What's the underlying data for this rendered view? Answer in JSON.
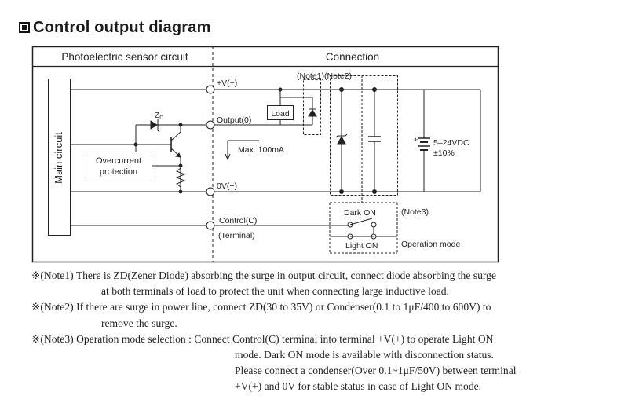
{
  "heading": {
    "title": "Control output diagram"
  },
  "diagram": {
    "left_header": "Photoelectric sensor circuit",
    "right_header": "Connection",
    "main_circuit": "Main circuit",
    "plus_v": "+V(+)",
    "output": "Output(0)",
    "zero_v": "0V(−)",
    "control": "Control(C)",
    "terminal": "(Terminal)",
    "zd_label": "Z",
    "zd_sub": "D",
    "overcurrent_1": "Overcurrent",
    "overcurrent_2": "protection",
    "max_current": "Max. 100mA",
    "load": "Load",
    "note12": "(Note1)(Note2)",
    "supply_1": "5–24VDC",
    "supply_2": "±10%",
    "dark_on": "Dark ON",
    "light_on": "Light ON",
    "note3": "(Note3)",
    "operation_mode": "Operation mode"
  },
  "notes": {
    "n1_line1": "※(Note1) There is  ZD(Zener Diode) absorbing the surge in output circuit, connect diode absorbing the surge",
    "n1_line2": "at both terminals of load to protect the unit when connecting large inductive load.",
    "n2_line1": "※(Note2) If there are surge in power line, connect ZD(30 to 35V) or Condenser(0.1 to 1μF/400 to 600V) to",
    "n2_line2": "remove the surge.",
    "n3_line1": "※(Note3) Operation mode selection : Connect Control(C) terminal into terminal +V(+) to operate Light ON",
    "n3_line2": "mode. Dark ON mode is available with disconnection status.",
    "n3_line3": "Please connect a condenser(Over 0.1~1μF/50V) between terminal",
    "n3_line4": "+V(+) and 0V for stable status in case of Light ON mode."
  }
}
